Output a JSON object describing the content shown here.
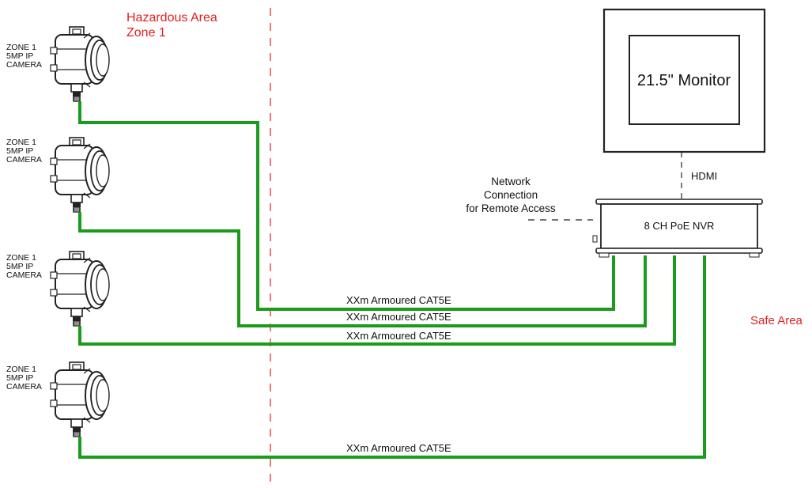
{
  "zones": {
    "hazardous_line1": "Hazardous Area",
    "hazardous_line2": "Zone 1",
    "safe": "Safe Area"
  },
  "cameras": [
    {
      "line1": "ZONE 1",
      "line2": "5MP IP",
      "line3": "CAMERA"
    },
    {
      "line1": "ZONE 1",
      "line2": "5MP IP",
      "line3": "CAMERA"
    },
    {
      "line1": "ZONE 1",
      "line2": "5MP IP",
      "line3": "CAMERA"
    },
    {
      "line1": "ZONE 1",
      "line2": "5MP IP",
      "line3": "CAMERA"
    }
  ],
  "cables": [
    {
      "label": "XXm Armoured CAT5E"
    },
    {
      "label": "XXm Armoured CAT5E"
    },
    {
      "label": "XXm Armoured CAT5E"
    },
    {
      "label": "XXm Armoured CAT5E"
    }
  ],
  "monitor": {
    "label": "21.5\" Monitor"
  },
  "hdmi": {
    "label": "HDMI"
  },
  "nvr": {
    "label": "8 CH PoE NVR"
  },
  "network": {
    "line1": "Network",
    "line2": "Connection",
    "line3": "for Remote Access"
  },
  "colors": {
    "cable": "#1a9c1a",
    "zone_text": "#e02020",
    "outline": "#222222"
  }
}
